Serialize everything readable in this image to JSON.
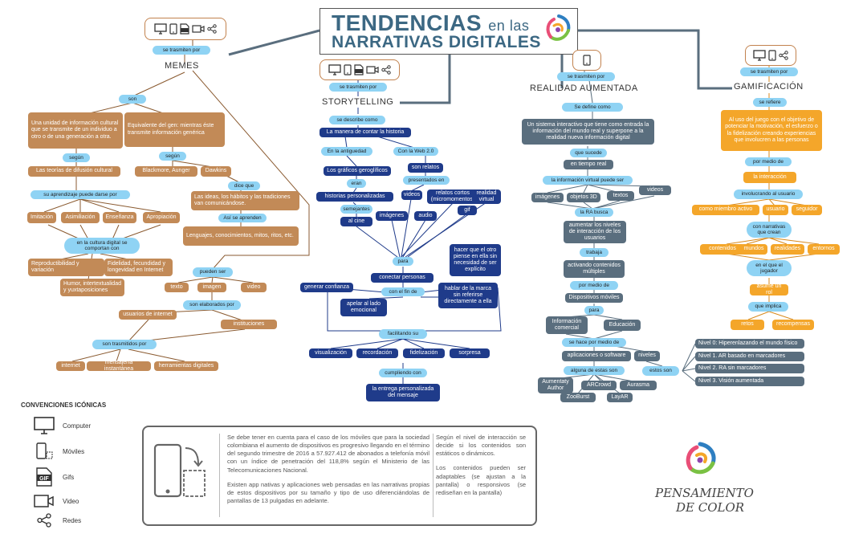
{
  "title": {
    "line1": "TENDENCIAS",
    "line1_small": "en las",
    "line2": "NARRATIVAS DIGITALES"
  },
  "colors": {
    "blue_pill": "#8fd3f4",
    "brown": "#c28a57",
    "slate": "#5a6e7e",
    "navy": "#1f3b8a",
    "orange": "#f4a62a",
    "heading": "#3c6883"
  },
  "icons": {
    "memes_box": [
      "computer-icon",
      "mobile-icon",
      "gif-icon",
      "video-icon",
      "share-icon"
    ],
    "storytelling_box": [
      "computer-icon",
      "mobile-icon",
      "gif-icon",
      "video-icon",
      "share-icon"
    ],
    "ra_box": [
      "mobile-icon"
    ],
    "gamificacion_box": [
      "computer-icon",
      "mobile-icon",
      "share-icon"
    ]
  },
  "memes": {
    "connector": "se trasmiten por",
    "heading": "MEMES",
    "son": "son",
    "def1": "Una unidad de información cultural que se transmite de un individuo a otro o de una generación a otra.",
    "def2": "Equivalente del gen: mientras éste transmite información genérica",
    "segun1": "según",
    "segun2": "según",
    "teorias": "Las teorías de difusión cultural",
    "blackmore": "Blackmore, Aunger",
    "dawkins": "Dawkins",
    "dice_que": "dice que",
    "ideas": "Las ideas, los hábitos y las tradiciones van comunicándose.",
    "asi_aprenden": "Así se aprenden",
    "lenguajes": "Lenguajes, conocimientos, mitos, ritos, etc.",
    "aprendizaje": "su aprendizaje puede darse por",
    "imitacion": "Imitación",
    "asimilacion": "Asimiliación",
    "ensenanza": "Enseñanza",
    "apropiacion": "Apropiación",
    "cultura": "en la cultura digital se comportan con",
    "reproductibilidad": "Reproductibilidad y variación",
    "fidelidad": "Fidelidad, fecundidad y longevidad en Internet",
    "humor": "Humor, intertextualidad y yuxtaposiciones",
    "pueden_ser": "pueden ser",
    "texto": "texto",
    "imagen": "imagen",
    "video": "video",
    "elaborados": "son elaborados por",
    "usuarios": "usuarios de internet",
    "instituciones": "instituciones",
    "trasmitidos": "son trasmitidos por",
    "internet": "internet",
    "mensajeria": "mensajería instantánea",
    "herramientas": "herramientas digitales"
  },
  "storytelling": {
    "connector": "se trasmiten por",
    "heading": "STORYTELLING",
    "describe": "se describe como",
    "manera": "La manera de contar la historia",
    "antiguedad": "En la antiguedad",
    "web2": "Con la Web 2.0",
    "graficos": "Los gráficos geroglíficos",
    "eran": "eran",
    "historias": "historias personalizadas",
    "semejantes": "semejantes",
    "cine": "al cine",
    "relatos": "son relatos",
    "presentados": "presentados en",
    "videos": "videos",
    "relatos_cortos": "relatos cortos (micromomentos)",
    "realidad_virtual": "realidad virtual",
    "imagenes": "imágenes",
    "audio": "audio",
    "gif": "gif",
    "para": "para",
    "conectar": "conectar personas",
    "hacer": "hacer que el otro piense en ella sin necesidad de ser explícito",
    "con_fin": "con el fin de",
    "generar": "generar confianza",
    "apelar": "apelar al lado emocional",
    "hablar": "hablar de la marca sin referirse directamente a ella",
    "facilitando": "facilitando su",
    "visualizacion": "visualización",
    "recordacion": "recordación",
    "fidelizacion": "fidelización",
    "sorpresa": "sorpresa",
    "cumpliendo": "cumpliendo con",
    "entrega": "la entrega personalizada del mensaje"
  },
  "ra": {
    "connector": "se trasmiten por",
    "heading": "REALIDAD AUMENTADA",
    "define": "Se define como",
    "sistema": "Un sistema interactivo que tiene como entrada la información del mundo real y superpone a la realidad nueva información digital",
    "sucede": "que sucede",
    "tiempo_real": "en tiempo real",
    "info_virtual": "la información virtual puede ser",
    "imagenes": "imágenes",
    "objetos": "objetos 3D",
    "textos": "textos",
    "videos": "videos",
    "busca": "la RA busca",
    "aumentar": "aumentar los niveles de interacción de los usuarios",
    "trabaja": "trabaja",
    "activando": "activando contenidos múltiples",
    "por_medio": "por medio de",
    "dispositivos": "Dispositivos móviles",
    "para": "para",
    "informacion_comercial": "Información comercial",
    "educacion": "Educación",
    "se_hace": "se hace por medio de",
    "aplicaciones": "aplicaciones o software",
    "alguna": "alguna de estas son",
    "aumentaty": "Aumentaty Author",
    "arcrowd": "ARCrowd",
    "aurasma": "Aurasma",
    "zooburst": "ZooBurst",
    "layar": "LayAR",
    "niveles": "niveles",
    "estos_son": "estos son",
    "nivel0": "Nivel 0: Hiperenlazando el mundo físico",
    "nivel1": "Nivel 1. AR basado en marcadores",
    "nivel2": "Nivel 2. RA sin marcadores",
    "nivel3": "Nivel 3. Visión aumentada"
  },
  "gamificacion": {
    "connector": "se trasmiten por",
    "heading": "GAMIFICACIÓN",
    "refiere": "se refiere",
    "def": "Al uso del juego con el objetivo de potenciar la motivación, el esfuerzo o la fidelización creando experiencias que involucren a las personas",
    "por_medio": "por medio de",
    "interaccion": "la interacción",
    "involucrando": "involucrando al usuario",
    "miembro": "como miembro activo",
    "usuario": "usuario",
    "seguidor": "seguidor",
    "narrativas": "con narrativas que crean",
    "contenidos": "contenidos",
    "mundos": "mundos",
    "realidades": "realidades",
    "entornos": "entornos",
    "jugador": "en el que el jugador",
    "asume": "asume un rol",
    "implica": "que implica",
    "retos": "retos",
    "recompensas": "recompensas"
  },
  "conventions": {
    "title": "CONVENCIONES ICÓNICAS",
    "items": [
      {
        "icon": "computer-icon",
        "label": "Computer"
      },
      {
        "icon": "mobile-icon",
        "label": "Móviles"
      },
      {
        "icon": "gif-icon",
        "label": "Gifs",
        "icon_text": "GIF"
      },
      {
        "icon": "video-icon",
        "label": "Video"
      },
      {
        "icon": "share-icon",
        "label": "Redes"
      }
    ]
  },
  "note": {
    "para1": "Se debe tener en cuenta para el caso de los móviles que para la sociedad colombiana el aumento de dispositivos es progresivo llegando en el término del segundo trimestre de 2016 a 57.927.412 de abonados a telefonía móvil con un índice de penetración del 118,8% según el Ministerio de las Telecomunicaciones Nacional.",
    "para2": "Existen app nativas y aplicaciones web pensadas en las narrativas propias de estos dispositivos por su tamaño y tipo de uso diferenciándolas de pantallas de 13 pulgadas en adelante.",
    "para3": "Según el nivel de interacción se decide si los contenidos son estáticos o dinámicos.",
    "para4": "Los contenidos pueden ser adaptables (se ajustan a la pantalla) o responsivos (se rediseñan en la pantalla)"
  },
  "logo": {
    "line1": "PENSAMIENTO",
    "line2": "DE COLOR",
    "colors": [
      "#2e7fc1",
      "#7ac143",
      "#e94e77",
      "#f4a62a",
      "#8e44ad"
    ]
  }
}
